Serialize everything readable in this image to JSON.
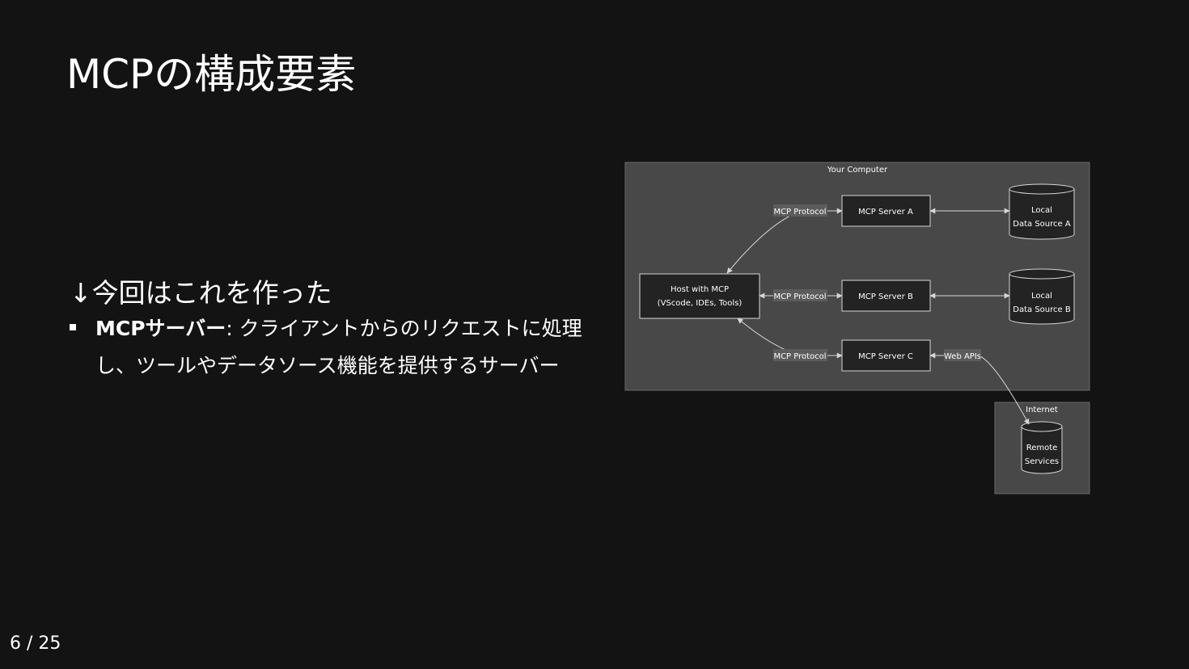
{
  "slide": {
    "title": "MCPの構成要素",
    "subheading": "↓今回はこれを作った",
    "bullets": [
      {
        "term": "MCPサーバー",
        "text": ": クライアントからのリクエストに処理し、ツールやデータソース機能を提供するサーバー"
      }
    ],
    "page": "6 / 25"
  },
  "diagram": {
    "groups": {
      "computer": "Your Computer",
      "internet": "Internet"
    },
    "host": {
      "line1": "Host with MCP",
      "line2": "(VScode, IDEs, Tools)"
    },
    "servers": {
      "a": "MCP Server A",
      "b": "MCP Server B",
      "c": "MCP Server C"
    },
    "data_sources": {
      "a": {
        "line1": "Local",
        "line2": "Data Source A"
      },
      "b": {
        "line1": "Local",
        "line2": "Data Source B"
      },
      "remote": {
        "line1": "Remote",
        "line2": "Services"
      }
    },
    "edge_labels": {
      "protocol": "MCP Protocol",
      "web": "Web APIs"
    },
    "colors": {
      "group_fill": "#484848",
      "node_fill": "#232323",
      "line": "#d6d6d6",
      "label_bg": "#5c5c5c"
    }
  }
}
